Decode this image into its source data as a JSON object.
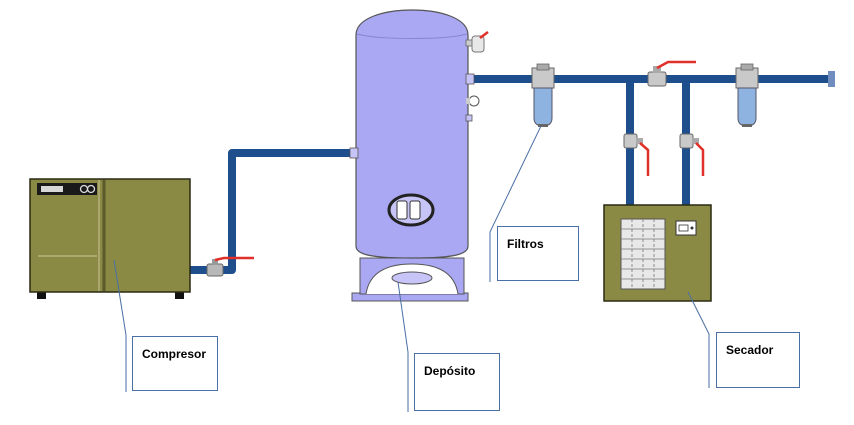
{
  "labels": {
    "compresor": "Compresor",
    "deposito": "Depósito",
    "filtros": "Filtros",
    "secador": "Secador"
  },
  "colors": {
    "pipe": "#1f4e8c",
    "tank": "#aaa8f2",
    "machine": "#8b8a45",
    "filter": "#8fb3e0",
    "valve_handle": "#e0302a",
    "callout_line": "#4a6fa5"
  }
}
